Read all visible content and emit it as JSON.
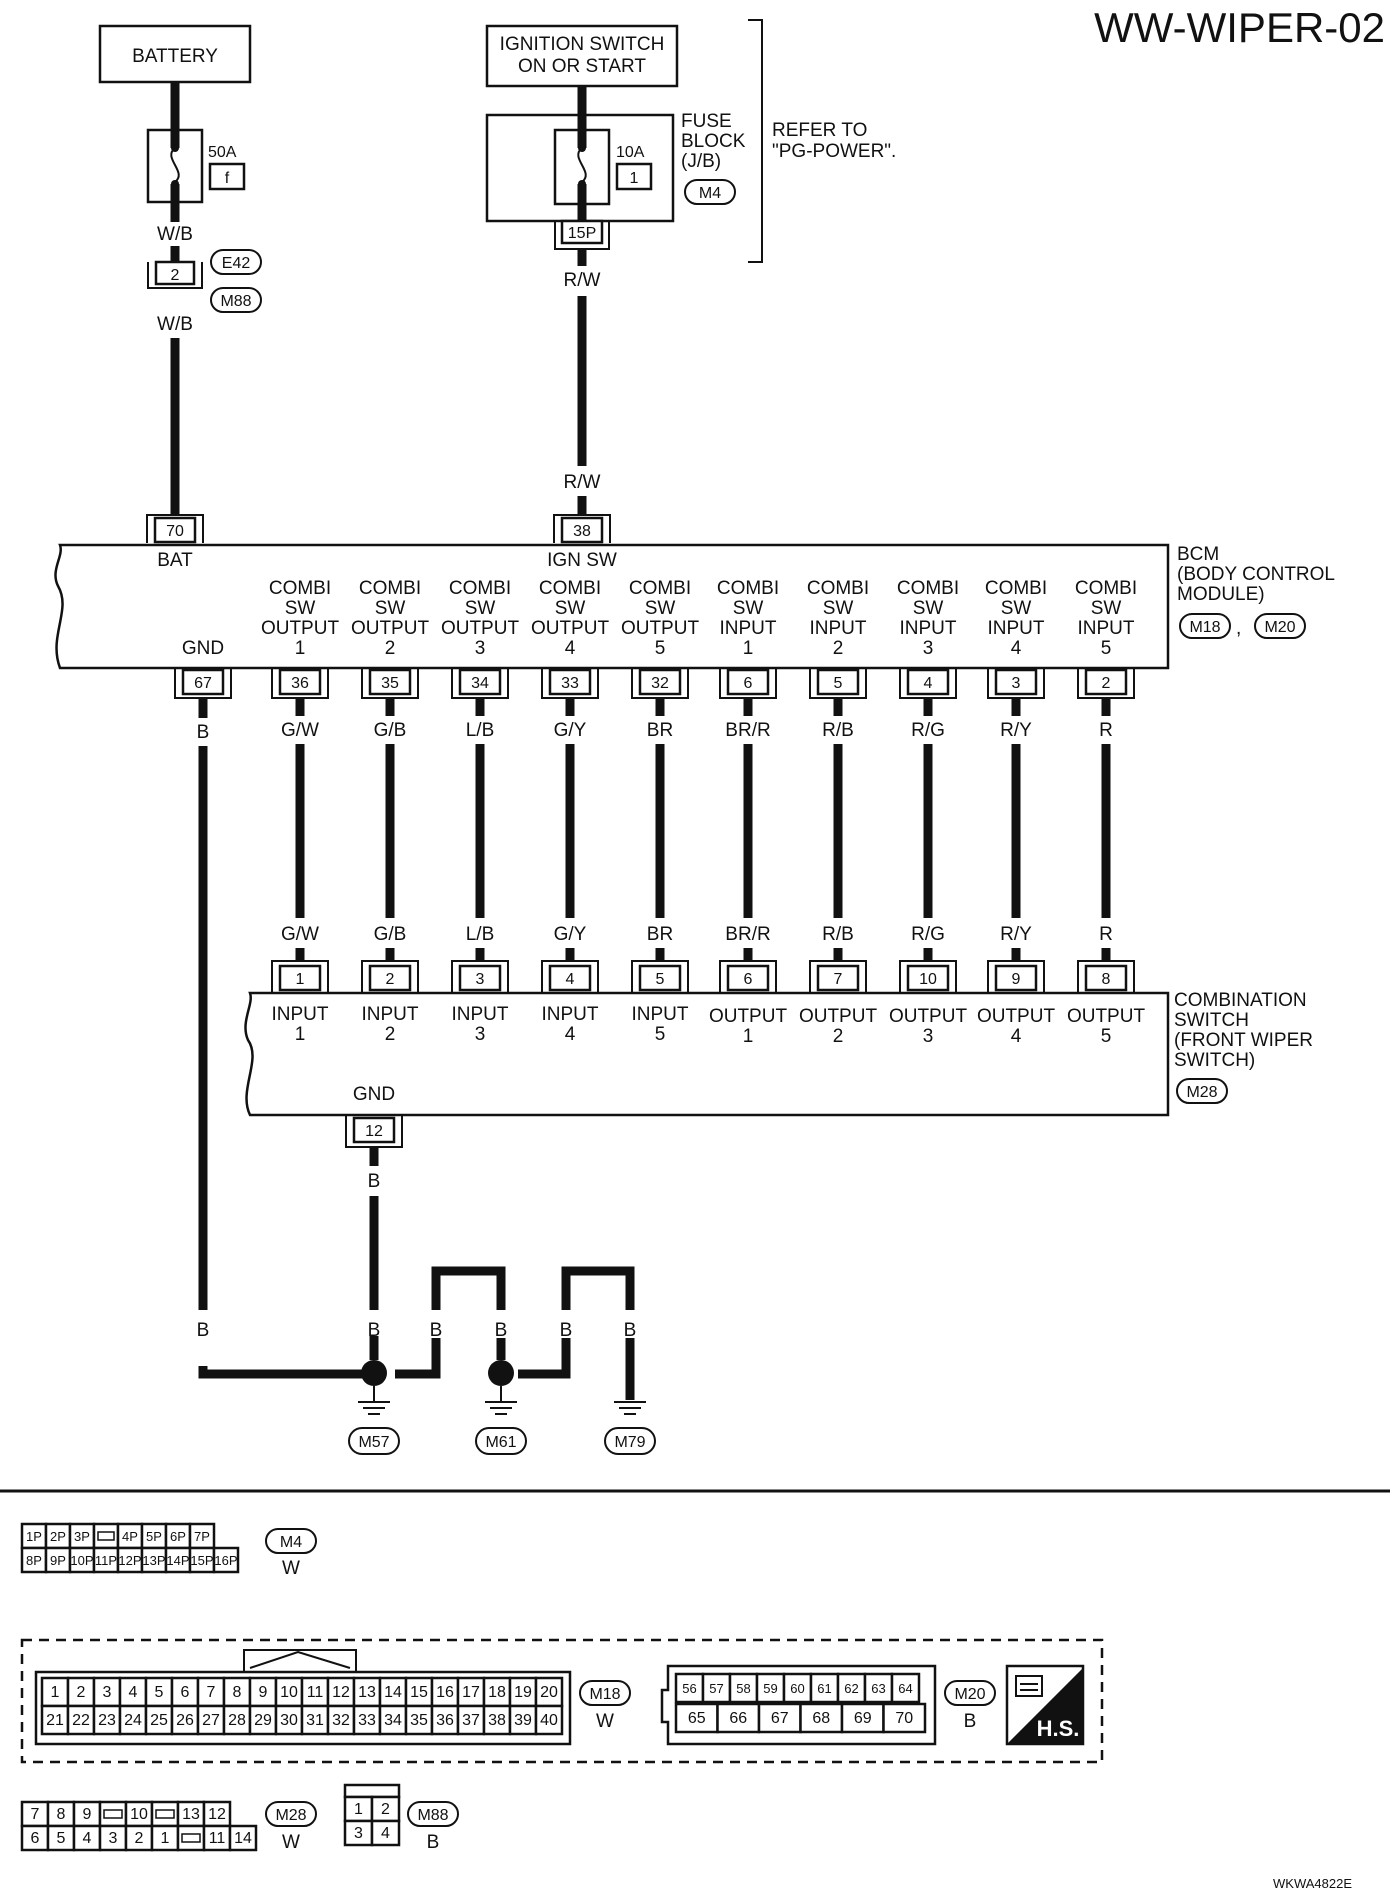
{
  "title": "WW-WIPER-02",
  "doc_code": "WKWA4822E",
  "battery": {
    "label": "BATTERY",
    "fuse_amp": "50A",
    "fuse_id": "f",
    "wire1": "W/B",
    "connector_pin": "2",
    "connector_a": "E42",
    "connector_b": "M88",
    "wire2": "W/B"
  },
  "ignition": {
    "label1": "IGNITION SWITCH",
    "label2": "ON OR START",
    "fuse_amp": "10A",
    "fuse_id": "1",
    "fuse_block1": "FUSE",
    "fuse_block2": "BLOCK",
    "fuse_block3": "(J/B)",
    "fuse_block_conn": "M4",
    "pin": "15P",
    "wire1": "R/W",
    "wire2": "R/W",
    "refer1": "REFER TO",
    "refer2": "\"PG-POWER\"."
  },
  "bcm": {
    "name1": "BCM",
    "name2": "(BODY CONTROL",
    "name3": "MODULE)",
    "conn1": "M18",
    "conn_sep": ",",
    "conn2": "M20",
    "bat_pin": "70",
    "bat_label": "BAT",
    "ign_pin": "38",
    "ign_label": "IGN SW",
    "gnd_label": "GND",
    "gnd_pin": "67",
    "gnd_wire": "B",
    "terminals": [
      {
        "l1": "COMBI",
        "l2": "SW",
        "l3": "OUTPUT",
        "l4": "1",
        "pin": "36",
        "wire": "G/W"
      },
      {
        "l1": "COMBI",
        "l2": "SW",
        "l3": "OUTPUT",
        "l4": "2",
        "pin": "35",
        "wire": "G/B"
      },
      {
        "l1": "COMBI",
        "l2": "SW",
        "l3": "OUTPUT",
        "l4": "3",
        "pin": "34",
        "wire": "L/B"
      },
      {
        "l1": "COMBI",
        "l2": "SW",
        "l3": "OUTPUT",
        "l4": "4",
        "pin": "33",
        "wire": "G/Y"
      },
      {
        "l1": "COMBI",
        "l2": "SW",
        "l3": "OUTPUT",
        "l4": "5",
        "pin": "32",
        "wire": "BR"
      },
      {
        "l1": "COMBI",
        "l2": "SW",
        "l3": "INPUT",
        "l4": "1",
        "pin": "6",
        "wire": "BR/R"
      },
      {
        "l1": "COMBI",
        "l2": "SW",
        "l3": "INPUT",
        "l4": "2",
        "pin": "5",
        "wire": "R/B"
      },
      {
        "l1": "COMBI",
        "l2": "SW",
        "l3": "INPUT",
        "l4": "3",
        "pin": "4",
        "wire": "R/G"
      },
      {
        "l1": "COMBI",
        "l2": "SW",
        "l3": "INPUT",
        "l4": "4",
        "pin": "3",
        "wire": "R/Y"
      },
      {
        "l1": "COMBI",
        "l2": "SW",
        "l3": "INPUT",
        "l4": "5",
        "pin": "2",
        "wire": "R"
      }
    ]
  },
  "combi": {
    "name1": "COMBINATION",
    "name2": "SWITCH",
    "name3": "(FRONT WIPER",
    "name4": "SWITCH)",
    "conn": "M28",
    "gnd_label": "GND",
    "gnd_pin": "12",
    "gnd_wire": "B",
    "terminals": [
      {
        "pin": "1",
        "l1": "INPUT",
        "l2": "1"
      },
      {
        "pin": "2",
        "l1": "INPUT",
        "l2": "2"
      },
      {
        "pin": "3",
        "l1": "INPUT",
        "l2": "3"
      },
      {
        "pin": "4",
        "l1": "INPUT",
        "l2": "4"
      },
      {
        "pin": "5",
        "l1": "INPUT",
        "l2": "5"
      },
      {
        "pin": "6",
        "l1": "OUTPUT",
        "l2": "1"
      },
      {
        "pin": "7",
        "l1": "OUTPUT",
        "l2": "2"
      },
      {
        "pin": "10",
        "l1": "OUTPUT",
        "l2": "3"
      },
      {
        "pin": "9",
        "l1": "OUTPUT",
        "l2": "4"
      },
      {
        "pin": "8",
        "l1": "OUTPUT",
        "l2": "5"
      }
    ]
  },
  "ground": {
    "wire_labels": [
      "B",
      "B",
      "B",
      "B",
      "B",
      "B"
    ],
    "grounds": [
      "M57",
      "M61",
      "M79"
    ]
  },
  "connectors": {
    "m4": {
      "name": "M4",
      "color": "W",
      "row1": [
        "1P",
        "2P",
        "3P",
        "",
        "4P",
        "5P",
        "6P",
        "7P"
      ],
      "row2": [
        "8P",
        "9P",
        "10P",
        "11P",
        "12P",
        "13P",
        "14P",
        "15P",
        "16P"
      ]
    },
    "m18": {
      "name": "M18",
      "color": "W",
      "row1": [
        "1",
        "2",
        "3",
        "4",
        "5",
        "6",
        "7",
        "8",
        "9",
        "10",
        "11",
        "12",
        "13",
        "14",
        "15",
        "16",
        "17",
        "18",
        "19",
        "20"
      ],
      "row2": [
        "21",
        "22",
        "23",
        "24",
        "25",
        "26",
        "27",
        "28",
        "29",
        "30",
        "31",
        "32",
        "33",
        "34",
        "35",
        "36",
        "37",
        "38",
        "39",
        "40"
      ]
    },
    "m20": {
      "name": "M20",
      "color": "B",
      "row1": [
        "56",
        "57",
        "58",
        "59",
        "60",
        "61",
        "62",
        "63",
        "64"
      ],
      "row2": [
        "65",
        "66",
        "67",
        "68",
        "69",
        "70"
      ]
    },
    "hs": "H.S.",
    "m28": {
      "name": "M28",
      "color": "W",
      "row1": [
        "7",
        "8",
        "9",
        "",
        "10",
        "",
        "13",
        "12"
      ],
      "row2": [
        "6",
        "5",
        "4",
        "3",
        "2",
        "1",
        "",
        "11",
        "14"
      ]
    },
    "m88": {
      "name": "M88",
      "color": "B",
      "row1": [
        "1",
        "2"
      ],
      "row2": [
        "3",
        "4"
      ]
    }
  }
}
